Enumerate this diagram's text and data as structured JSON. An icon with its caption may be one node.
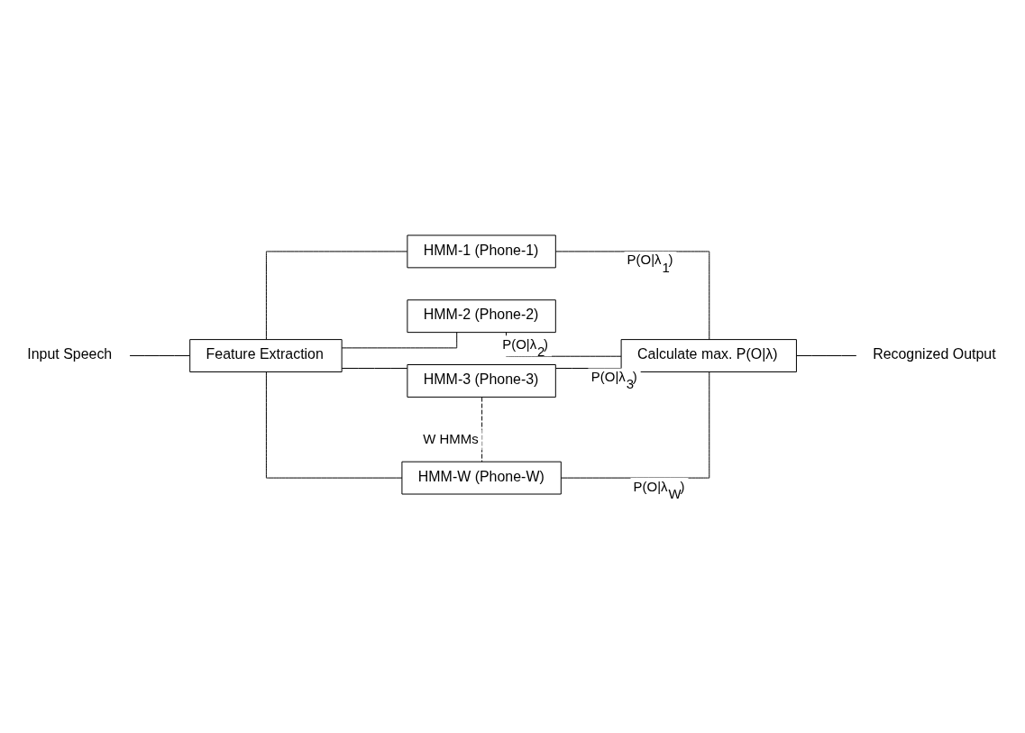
{
  "diagram": {
    "nodes": [
      {
        "text": [
          "Input Speech"
        ]
      },
      {
        "text": [
          "Feature Extraction"
        ]
      },
      {
        "text": [
          "HMM-1 (Phone-1)"
        ]
      },
      {
        "text": [
          "HMM-2 (Phone-2)"
        ]
      },
      {
        "text": [
          "HMM-3 (Phone-3)"
        ]
      },
      {
        "text": [
          "HMM-W (Phone-W)"
        ]
      },
      {
        "text": [
          "Calculate max. P(O|λ)"
        ]
      },
      {
        "text": [
          "Recognized Output"
        ]
      }
    ],
    "edges": [
      {
        "from": 0,
        "to": 1,
        "arrow": "none"
      },
      {
        "from": 1,
        "to": 2,
        "arrow": "none"
      },
      {
        "from": 1,
        "to": 3,
        "arrow": "none"
      },
      {
        "from": 1,
        "to": 4,
        "arrow": "none"
      },
      {
        "from": 1,
        "to": 5,
        "arrow": "none"
      },
      {
        "from": 2,
        "to": 6,
        "arrow": "none",
        "label": "P(O|λ$_{1}$)"
      },
      {
        "from": 3,
        "to": 6,
        "arrow": "none",
        "label": "P(O|λ$_{2}$)"
      },
      {
        "from": 4,
        "to": 6,
        "arrow": "none",
        "label": "P(O|λ$_{3}$)"
      },
      {
        "from": 5,
        "to": 6,
        "arrow": "none",
        "label": "P(O|λ$_{W}$)"
      },
      {
        "from": 4,
        "to": 5,
        "arrow": "none",
        "style": "dashed",
        "label": "W HMMs"
      },
      {
        "from": 6,
        "to": 7,
        "arrow": "none"
      }
    ]
  }
}
